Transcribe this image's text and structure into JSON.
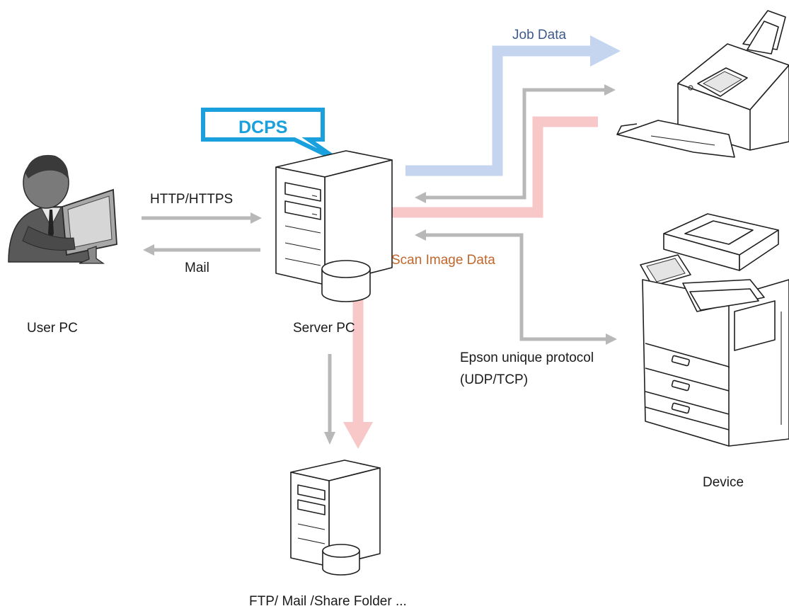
{
  "labels": {
    "job_data": "Job Data",
    "dcps": "DCPS",
    "http": "HTTP/HTTPS",
    "mail": "Mail",
    "scan_image_data": "Scan Image Data",
    "user_pc": "User PC",
    "server_pc": "Server PC",
    "protocol_line1": "Epson unique protocol",
    "protocol_line2": "(UDP/TCP)",
    "destination": "FTP/ Mail /Share Folder ...",
    "device": "Device"
  },
  "colors": {
    "job_data_arrow": "#c5d5ef",
    "scan_data_arrow": "#f8c8c8",
    "connector_arrow": "#b8b8b8",
    "dcps_callout": "#1aa0dc",
    "job_data_text": "#3e5a8c",
    "scan_data_text": "#c0672c"
  },
  "icons": {
    "user_pc": "user-at-computer-icon",
    "server_pc": "server-tower-icon",
    "destination": "storage-server-icon",
    "scanner": "document-scanner-icon",
    "printer": "multifunction-printer-icon"
  }
}
